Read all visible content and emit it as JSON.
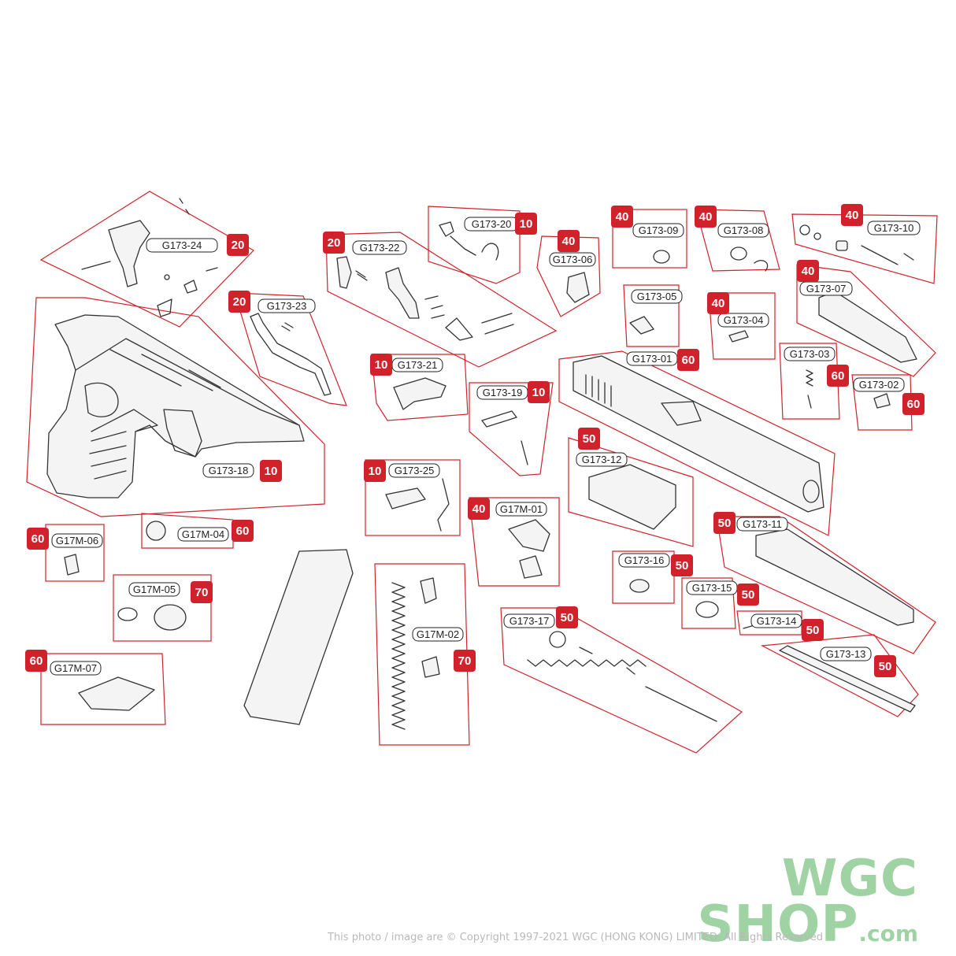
{
  "parts": [
    {
      "code": "G173-24",
      "badge": "20"
    },
    {
      "code": "G173-18",
      "badge": "10"
    },
    {
      "code": "G173-23",
      "badge": "20"
    },
    {
      "code": "G173-22",
      "badge": "20"
    },
    {
      "code": "G173-20",
      "badge": "10"
    },
    {
      "code": "G173-06",
      "badge": "40"
    },
    {
      "code": "G173-09",
      "badge": "40"
    },
    {
      "code": "G173-08",
      "badge": "40"
    },
    {
      "code": "G173-10",
      "badge": "40"
    },
    {
      "code": "G173-07",
      "badge": "40"
    },
    {
      "code": "G173-05",
      "badge": ""
    },
    {
      "code": "G173-04",
      "badge": "40"
    },
    {
      "code": "G173-03",
      "badge": "60"
    },
    {
      "code": "G173-02",
      "badge": "60"
    },
    {
      "code": "G173-01",
      "badge": "60"
    },
    {
      "code": "G173-21",
      "badge": "10"
    },
    {
      "code": "G173-19",
      "badge": "10"
    },
    {
      "code": "G173-12",
      "badge": "50"
    },
    {
      "code": "G173-25",
      "badge": "10"
    },
    {
      "code": "G17M-01",
      "badge": "40"
    },
    {
      "code": "G173-11",
      "badge": "50"
    },
    {
      "code": "G173-16",
      "badge": "50"
    },
    {
      "code": "G173-15",
      "badge": "50"
    },
    {
      "code": "G173-14",
      "badge": "50"
    },
    {
      "code": "G173-13",
      "badge": "50"
    },
    {
      "code": "G173-17",
      "badge": "50"
    },
    {
      "code": "G17M-06",
      "badge": "60"
    },
    {
      "code": "G17M-04",
      "badge": "60"
    },
    {
      "code": "G17M-05",
      "badge": "70"
    },
    {
      "code": "G17M-07",
      "badge": "60"
    },
    {
      "code": "G17M-02",
      "badge": "70"
    }
  ],
  "branding": {
    "logo_line1": "WGC",
    "logo_line2": "SHOP",
    "logo_suffix": ".com"
  },
  "copyright": "This photo / image are © Copyright 1997-2021 WGC (HONG KONG) LIMITED, All Rights Reserved",
  "colors": {
    "badge": "#d1222b",
    "outline": "#d1222b",
    "logo": "#9fd3a4",
    "copyright": "#b9b9b9"
  }
}
